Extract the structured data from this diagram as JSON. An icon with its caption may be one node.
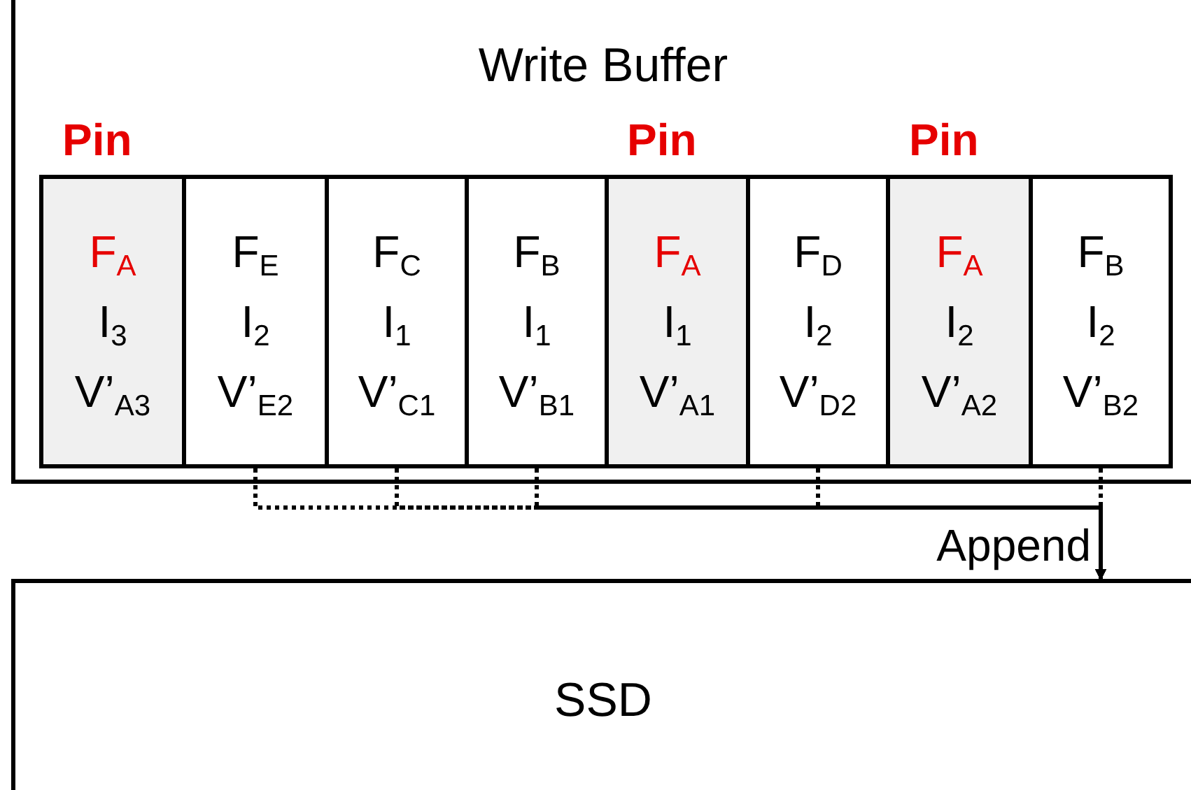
{
  "diagram": {
    "nodes": [
      {
        "text": [
          "Write Buffer"
        ]
      },
      {
        "text": [
          "F$_{A}$",
          "I$_{3}$",
          "V’$_{A3}$"
        ],
        "in": 0,
        "beside": [
          "Pin"
        ]
      },
      {
        "text": [
          "F$_{E}$",
          "I$_{2}$",
          "V’$_{E2}$"
        ],
        "in": 0
      },
      {
        "text": [
          "F$_{C}$",
          "I$_{1}$",
          "V’$_{C1}$"
        ],
        "in": 0
      },
      {
        "text": [
          "F$_{B}$",
          "I$_{1}$",
          "V’$_{B1}$"
        ],
        "in": 0
      },
      {
        "text": [
          "F$_{A}$",
          "I$_{1}$",
          "V’$_{A1}$"
        ],
        "in": 0,
        "beside": [
          "Pin"
        ]
      },
      {
        "text": [
          "F$_{D}$",
          "I$_{2}$",
          "V’$_{D2}$"
        ],
        "in": 0
      },
      {
        "text": [
          "F$_{A}$",
          "I$_{2}$",
          "V’$_{A2}$"
        ],
        "in": 0,
        "beside": [
          "Pin"
        ]
      },
      {
        "text": [
          "F$_{B}$",
          "I$_{2}$",
          "V’$_{B2}$"
        ],
        "in": 0
      },
      {
        "text": [
          "SSD"
        ]
      }
    ],
    "edges": [
      {
        "from": 2,
        "to": 9,
        "arrow": "to",
        "style": "dashed"
      },
      {
        "from": 3,
        "to": 9,
        "arrow": "to",
        "style": "dashed"
      },
      {
        "from": 4,
        "to": 9,
        "arrow": "to",
        "style": "dashed"
      },
      {
        "from": 6,
        "to": 9,
        "arrow": "to",
        "style": "dashed"
      },
      {
        "from": 8,
        "to": 9,
        "arrow": "to",
        "style": "dashed",
        "label": "Append"
      }
    ]
  }
}
